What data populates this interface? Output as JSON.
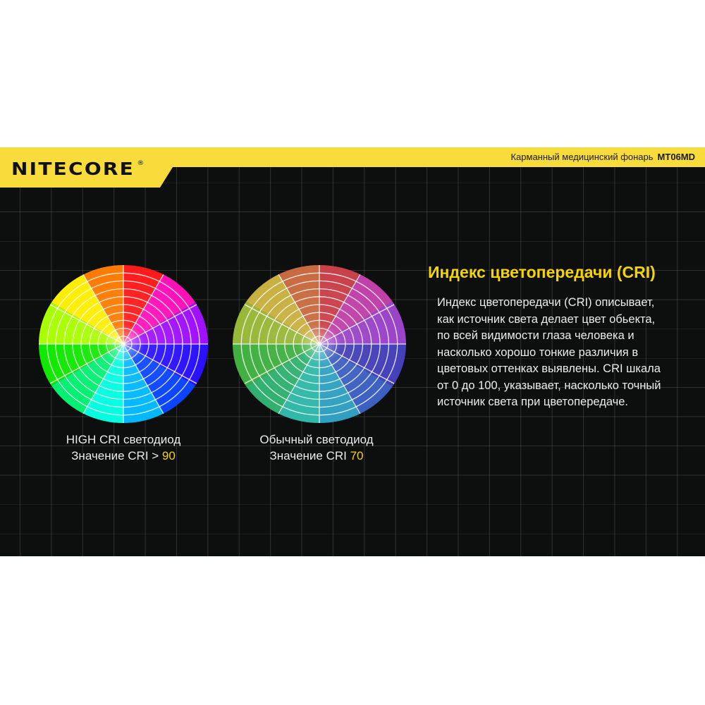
{
  "banner": {
    "brand": "NITECORE",
    "registered_mark": "®",
    "product_description": "Карманный медицинский фонарь",
    "model": "MT06MD",
    "accent_color": "#f8dc3c"
  },
  "wheels": [
    {
      "id": "high-cri",
      "caption_line1": "HIGH CRI светодиод",
      "caption_prefix": "Значение CRI > ",
      "caption_value": "90",
      "saturation": "vivid"
    },
    {
      "id": "standard",
      "caption_line1": "Обычный светодиод",
      "caption_prefix": "Значение CRI ",
      "caption_value": "70",
      "saturation": "muted"
    }
  ],
  "info": {
    "heading": "Индекс цветопередачи (CRI)",
    "lines": [
      "Индекс цветопередачи (CRI)  описывает,",
      "как источник света делает цвет обьекта,",
      "по всей видимости глаза человека и",
      "насколько хорошо тонкие различия в",
      "цветовых оттенках выявлены. CRI шкала",
      "от 0 до 100, указывает, насколько точный",
      "источник света при цветопередаче."
    ]
  },
  "colors": {
    "highlight": "#f5d400",
    "text": "#ececec",
    "background": "#0d0e0e"
  }
}
